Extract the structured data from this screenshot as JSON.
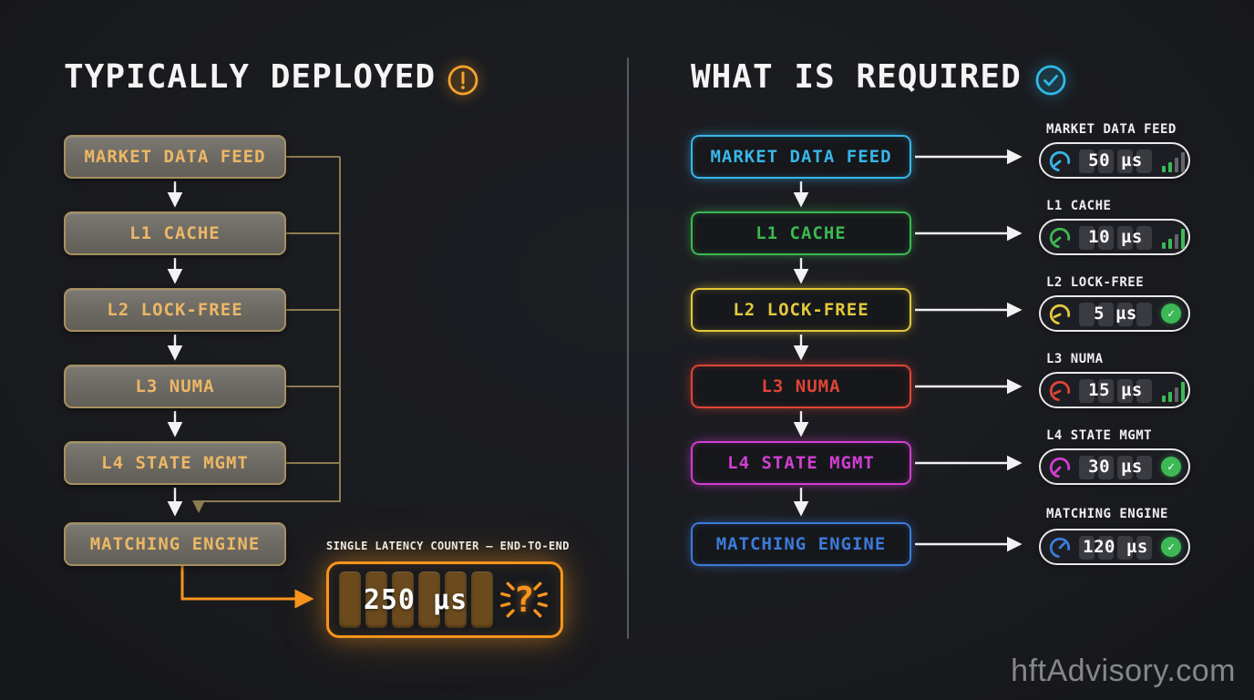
{
  "watermark": "hftAdvisory.com",
  "colors": {
    "background": "#1a1b1f",
    "accent_orange": "#f7941d",
    "bus_line_tan": "#8d7c50",
    "left_box_border": "#a6905f",
    "left_box_fill": "#6f6d66",
    "left_box_text": "#edb766",
    "arrow_white": "#f2f2f2",
    "divider_gray": "#565b61",
    "success_green": "#3db856",
    "inactive_bar_gray": "#62646a",
    "counter_segment_amber": "#6b4b1e",
    "meter_segment_gray": "#3a3b40"
  },
  "left_panel": {
    "title": "TYPICALLY DEPLOYED",
    "title_icon": "warning-circle-icon",
    "nodes": [
      {
        "label": "MARKET DATA FEED"
      },
      {
        "label": "L1 CACHE"
      },
      {
        "label": "L2 LOCK-FREE"
      },
      {
        "label": "L3 NUMA"
      },
      {
        "label": "L4 STATE MGMT"
      },
      {
        "label": "MATCHING ENGINE"
      }
    ],
    "counter": {
      "label": "SINGLE LATENCY COUNTER — END-TO-END",
      "value": "250 µs",
      "status_icon": "question-mark-burst-icon"
    }
  },
  "right_panel": {
    "title": "WHAT IS REQUIRED",
    "title_icon": "check-circle-icon",
    "nodes": [
      {
        "label": "MARKET DATA FEED",
        "color": "#38b6e8",
        "meter": {
          "label": "MARKET DATA FEED",
          "value": "50 µs",
          "status": "signal-bars",
          "bars": [
            "#3db856",
            "#3db856",
            "#62646a",
            "#62646a"
          ]
        }
      },
      {
        "label": "L1 CACHE",
        "color": "#3cb852",
        "meter": {
          "label": "L1 CACHE",
          "value": "10 µs",
          "status": "signal-bars",
          "bars": [
            "#3db856",
            "#3db856",
            "#62646a",
            "#3db856"
          ]
        }
      },
      {
        "label": "L2 LOCK-FREE",
        "color": "#e3c83d",
        "meter": {
          "label": "L2 LOCK-FREE",
          "value": "5 µs",
          "status": "check",
          "check_glyph": "✓"
        }
      },
      {
        "label": "L3 NUMA",
        "color": "#e04438",
        "meter": {
          "label": "L3 NUMA",
          "value": "15 µs",
          "status": "signal-bars",
          "bars": [
            "#3db856",
            "#3db856",
            "#62646a",
            "#3db856"
          ]
        }
      },
      {
        "label": "L4 STATE MGMT",
        "color": "#d23ed2",
        "meter": {
          "label": "L4 STATE MGMT",
          "value": "30 µs",
          "status": "check",
          "check_glyph": "✓"
        }
      },
      {
        "label": "MATCHING ENGINE",
        "color": "#3c7bd9",
        "meter": {
          "label": "MATCHING ENGINE",
          "value": "120 µs",
          "status": "check",
          "check_glyph": "✓"
        }
      }
    ]
  }
}
